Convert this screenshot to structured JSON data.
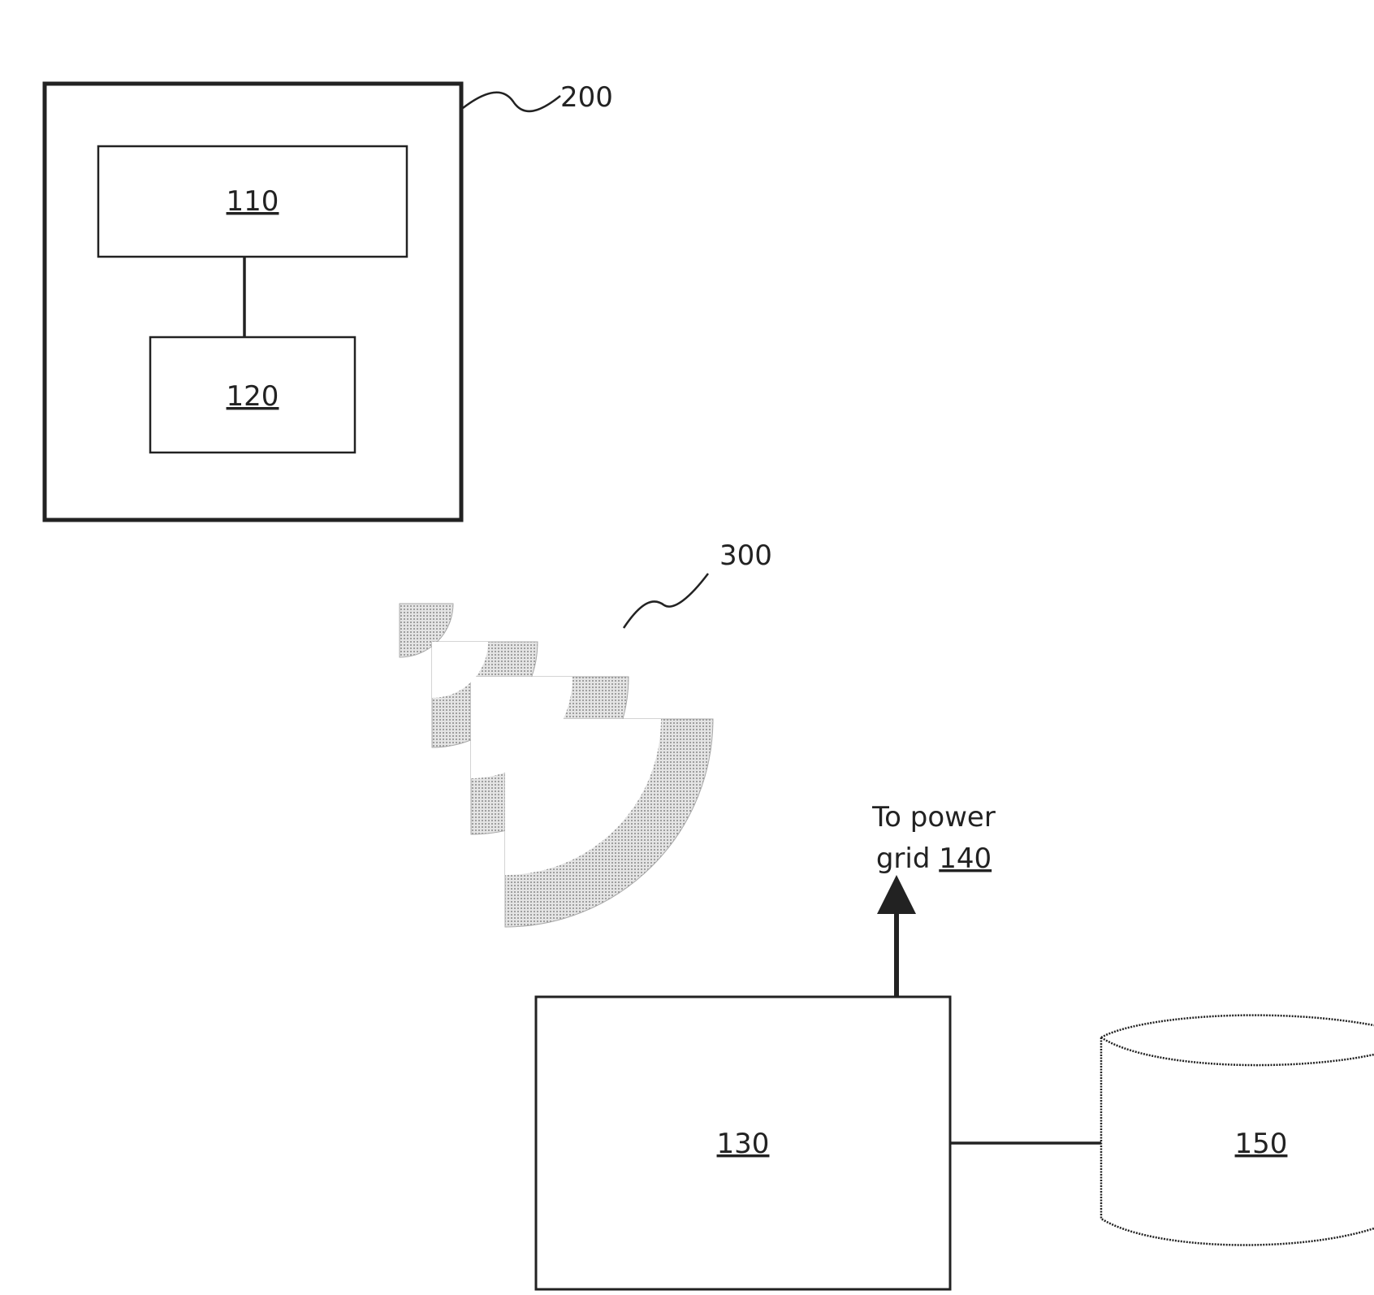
{
  "diagram": {
    "outer_device": {
      "ref": "200"
    },
    "block_110": {
      "label": "110"
    },
    "block_120": {
      "label": "120"
    },
    "wireless_signal": {
      "ref": "300"
    },
    "block_130": {
      "label": "130"
    },
    "storage_150": {
      "label": "150"
    },
    "grid_output": {
      "line1": "To power",
      "line2_prefix": "grid ",
      "line2_ref": "140"
    }
  },
  "colors": {
    "stroke": "#222222",
    "wave_fill": "#c8c8c8",
    "background": "#ffffff"
  }
}
